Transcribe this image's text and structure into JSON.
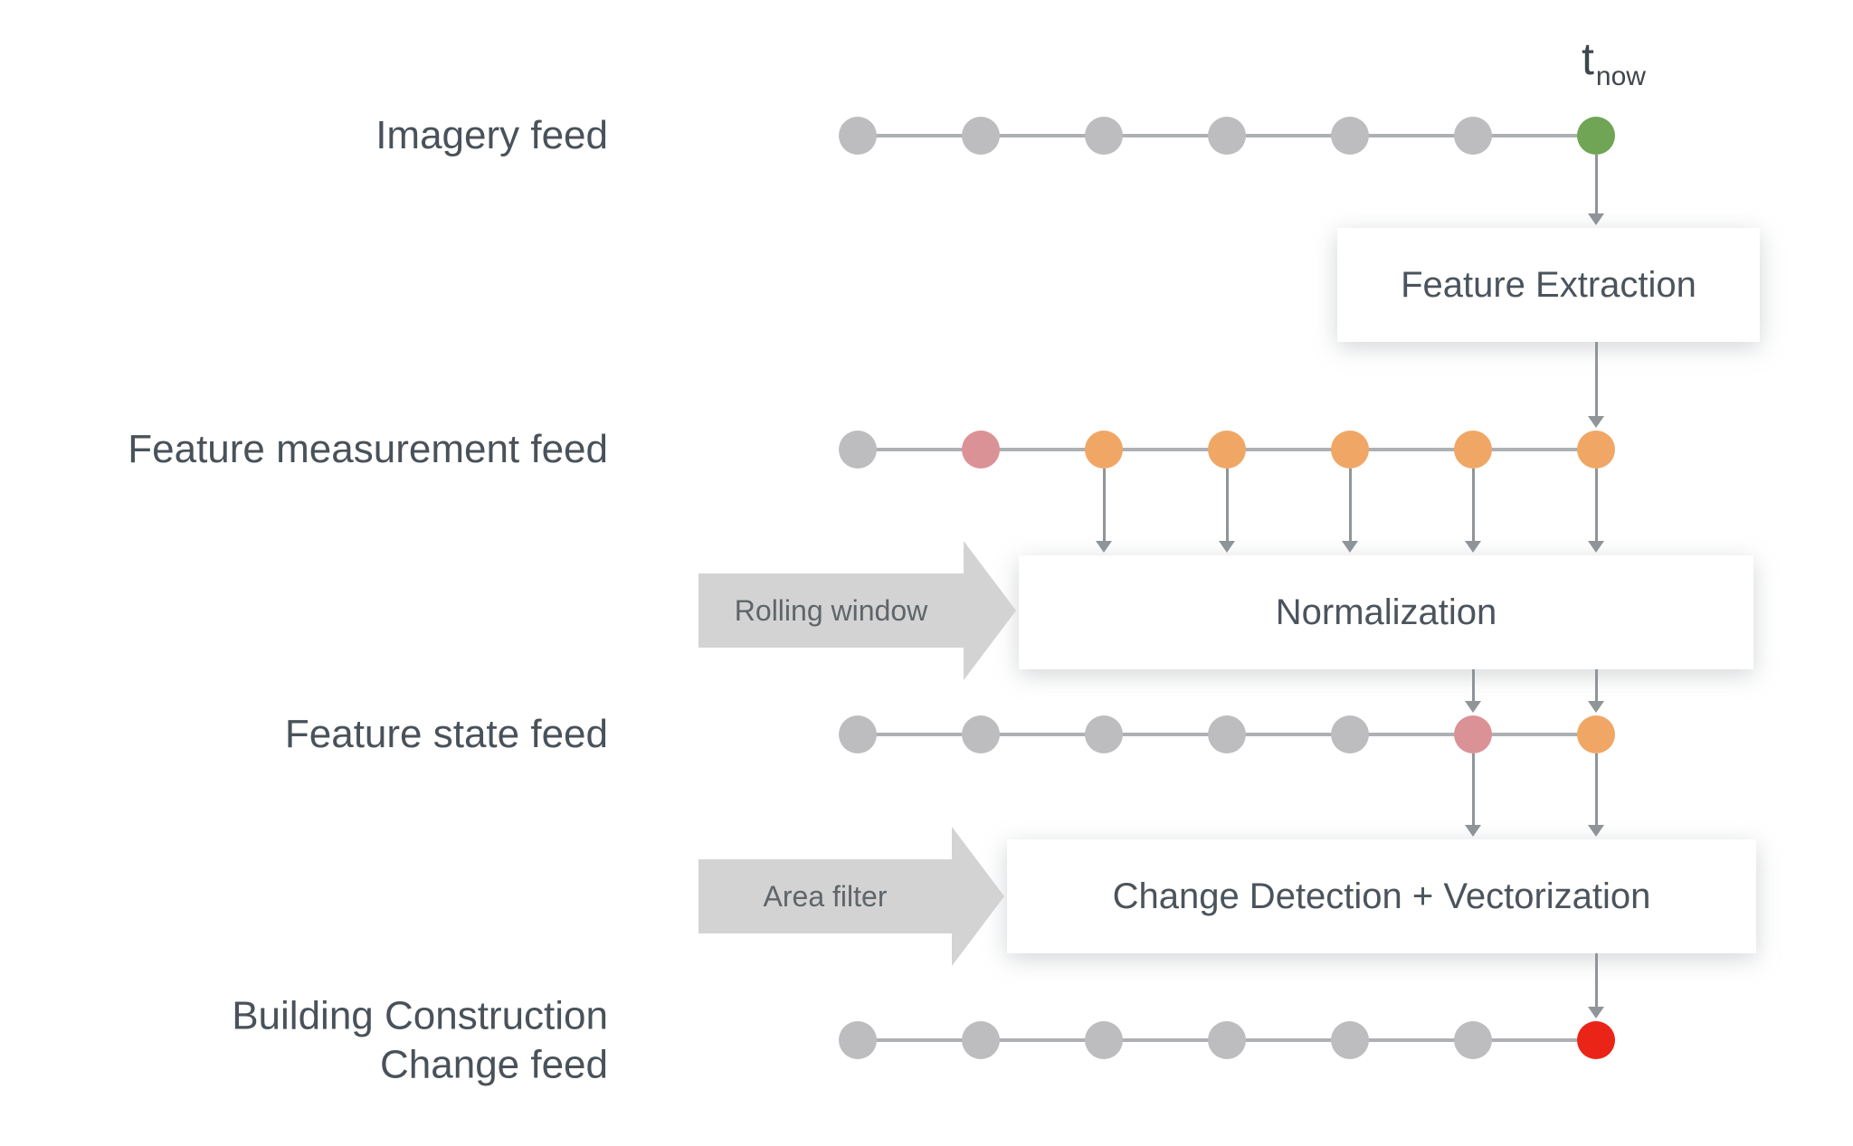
{
  "t_now": {
    "t": "t",
    "sub": "now"
  },
  "colors": {
    "gray": "#bdbdbf",
    "green": "#6fa554",
    "pink": "#db9297",
    "orange": "#f0a765",
    "red": "#ea2517",
    "timeline": "#aeb1b3",
    "connector": "#8f9599",
    "annotation_arrow": "#d3d3d3"
  },
  "feeds": [
    {
      "id": "imagery-feed",
      "label_lines": [
        "Imagery feed"
      ],
      "dots": [
        "gray",
        "gray",
        "gray",
        "gray",
        "gray",
        "gray",
        "green"
      ]
    },
    {
      "id": "feature-measurement-feed",
      "label_lines": [
        "Feature measurement feed"
      ],
      "dots": [
        "gray",
        "pink",
        "orange",
        "orange",
        "orange",
        "orange",
        "orange"
      ]
    },
    {
      "id": "feature-state-feed",
      "label_lines": [
        "Feature state feed"
      ],
      "dots": [
        "gray",
        "gray",
        "gray",
        "gray",
        "gray",
        "pink",
        "orange"
      ]
    },
    {
      "id": "building-construction-change-feed",
      "label_lines": [
        "Building Construction",
        "Change feed"
      ],
      "dots": [
        "gray",
        "gray",
        "gray",
        "gray",
        "gray",
        "gray",
        "red"
      ]
    }
  ],
  "boxes": [
    {
      "id": "feature-extraction",
      "label": "Feature Extraction"
    },
    {
      "id": "normalization",
      "label": "Normalization"
    },
    {
      "id": "change-detection-vectorization",
      "label": "Change Detection + Vectorization"
    }
  ],
  "annotations": [
    {
      "id": "rolling-window",
      "label": "Rolling window"
    },
    {
      "id": "area-filter",
      "label": "Area filter"
    }
  ]
}
